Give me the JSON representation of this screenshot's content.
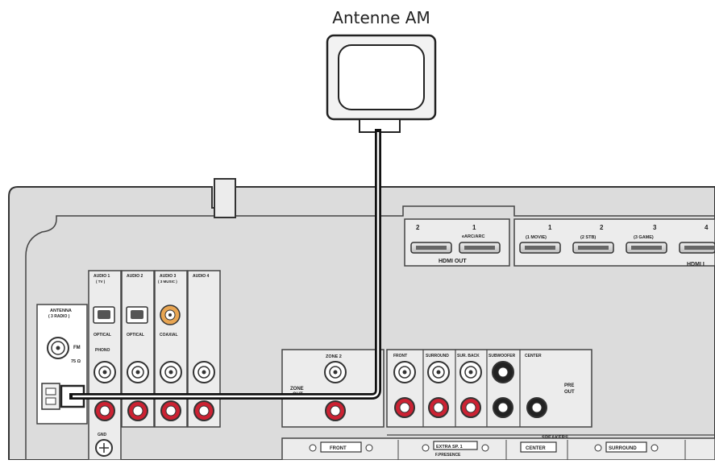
{
  "title": "Antenne AM",
  "hdmi_out": {
    "numbers": [
      "2",
      "1"
    ],
    "sub_labels": [
      "",
      "eARC/ARC"
    ],
    "label": "HDMI OUT"
  },
  "hdmi_in": {
    "numbers": [
      "1",
      "2",
      "3",
      "4"
    ],
    "sub_labels": [
      "(1 MOVIE)",
      "(2 STB)",
      "(3 GAME)",
      ""
    ],
    "label": "HDMI I"
  },
  "audio": {
    "headers": [
      "AUDIO 1",
      "AUDIO 2",
      "AUDIO 3",
      "AUDIO 4"
    ],
    "sub_headers": [
      "( TV )",
      "",
      "( 3 MUSIC )",
      ""
    ],
    "connector_labels": [
      "OPTICAL",
      "OPTICAL",
      "COAXIAL"
    ],
    "phono": "PHONO"
  },
  "antenna": {
    "label": "ANTENNA",
    "sub_label": "( 3 RADIO )",
    "fm": "FM",
    "fm_ohm": "75 Ω"
  },
  "zone": {
    "zone2": "ZONE 2",
    "zone_out_1": "ZONE",
    "zone_out_2": "OUT"
  },
  "preout": {
    "headers": [
      "FRONT",
      "SURROUND",
      "SUR. BACK",
      "SUBWOOFER",
      "CENTER"
    ],
    "label_1": "PRE",
    "label_2": "OUT"
  },
  "speakers": {
    "label": "SPEAKERS",
    "buttons": [
      "FRONT",
      "EXTRA SP. 1",
      "CENTER",
      "SURROUND"
    ],
    "extra_sub": "F.PRESENCE"
  },
  "gnd": "GND"
}
